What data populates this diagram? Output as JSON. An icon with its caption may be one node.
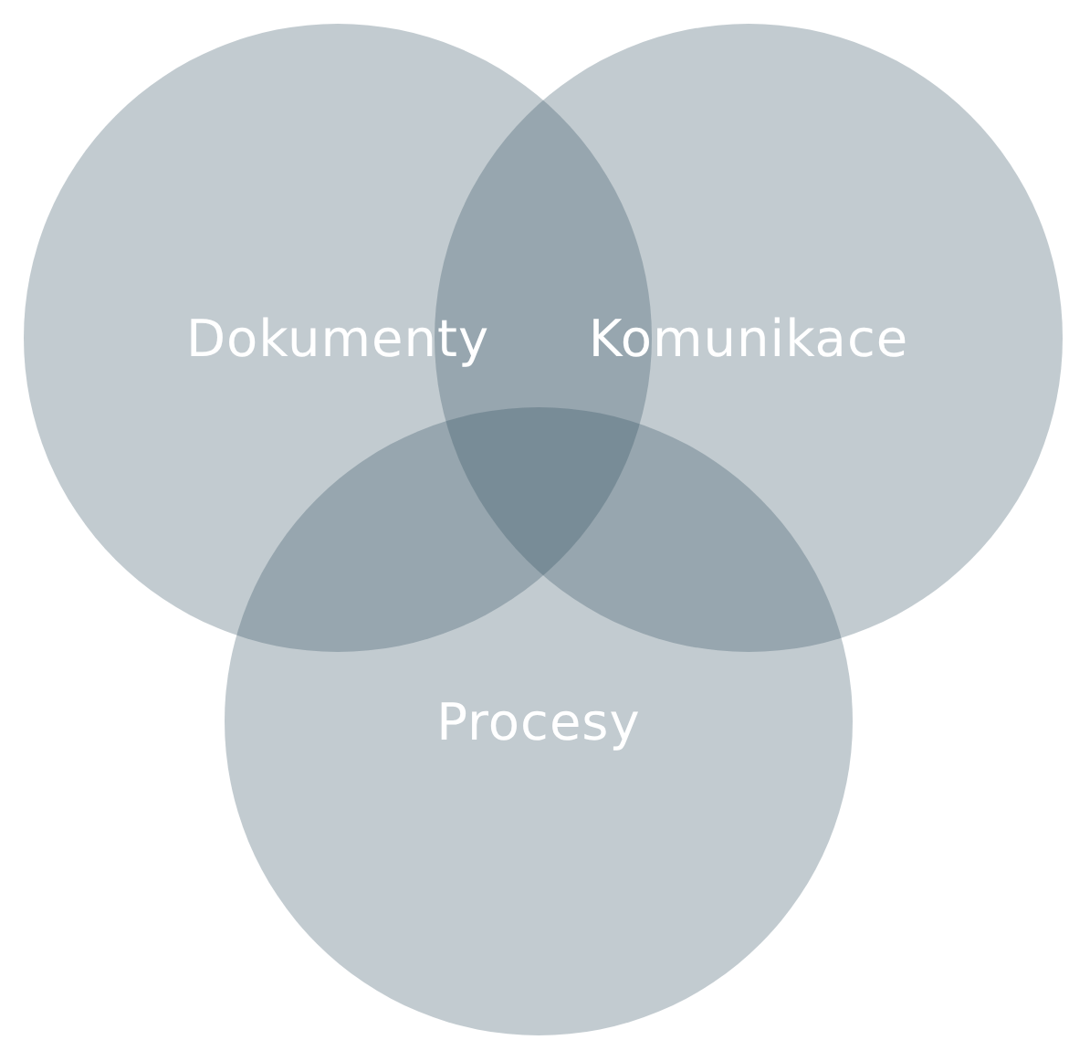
{
  "diagram": {
    "nodes": [
      {
        "text": [
          "Dokumenty"
        ]
      },
      {
        "text": [
          "Komunikace"
        ]
      },
      {
        "text": [
          "Procesy"
        ]
      }
    ]
  }
}
